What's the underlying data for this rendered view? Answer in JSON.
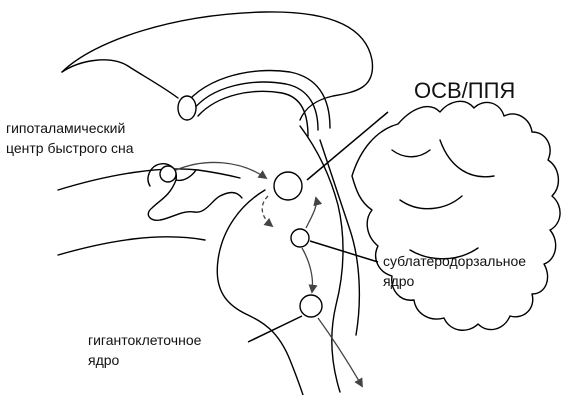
{
  "labels": {
    "hypothalamic_line1": "гипоталамический",
    "hypothalamic_line2": "центр быстрого сна",
    "osv_ppya": "ОСВ/ППЯ",
    "sublat_line1": "сублатеродорзальное",
    "sublat_line2": "ядро",
    "giant_line1": "гигантоклеточное",
    "giant_line2": "ядро"
  },
  "colors": {
    "ink": "#000000",
    "arrow": "#444444"
  }
}
